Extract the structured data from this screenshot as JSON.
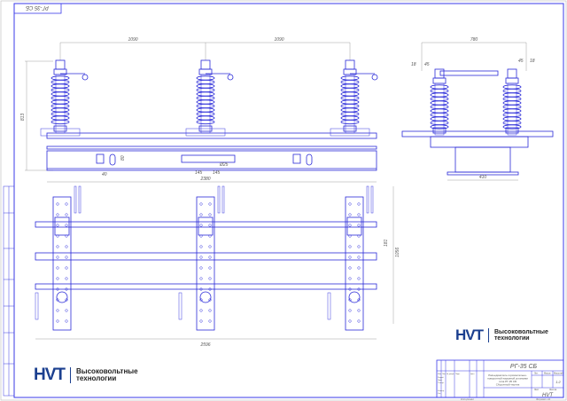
{
  "drawing": {
    "code_stamp": "РГ-35 СБ",
    "dimensions": {
      "front_span_left": "1090",
      "front_span_right": "1090",
      "front_height": "813",
      "frame_length": "2380",
      "slot_offset": "40",
      "slot_height": "80",
      "bolt_pitch_a": "145",
      "bolt_pitch_b": "145",
      "hole_dia": "Ø25",
      "side_width": "780",
      "side_left_a": "18",
      "side_left_b": "45",
      "side_right_a": "45",
      "side_right_b": "18",
      "side_base": "410",
      "plan_length": "2596",
      "plan_depth": "1056",
      "plan_offset": "181"
    }
  },
  "logos": [
    {
      "mark": "HVT",
      "line1": "Высоковольтные",
      "line2": "технологии"
    },
    {
      "mark": "HVT",
      "line1": "Высоковольтные",
      "line2": "технологии"
    }
  ],
  "title_block": {
    "designation": "РГ-35 СБ",
    "name_line1": "Разъединитель горизонтально-",
    "name_line2": "поворотный наружной установки",
    "name_line3": "типа РГ-35 СБ",
    "doc_type": "Сборочный чертеж",
    "col_lit": "Лит.",
    "col_mass": "Масса",
    "col_scale": "Масштаб",
    "scale": "1:2",
    "sheet": "Лист",
    "sheets": "Листов",
    "company": "HVT",
    "rows": [
      "Изм.",
      "Лист",
      "№ докум.",
      "Подп.",
      "Дата"
    ],
    "roles": [
      "Разраб.",
      "Пров.",
      "Т.контр.",
      "Н.контр.",
      "Утв."
    ],
    "copied": "Копировал",
    "format": "Формат A1"
  }
}
